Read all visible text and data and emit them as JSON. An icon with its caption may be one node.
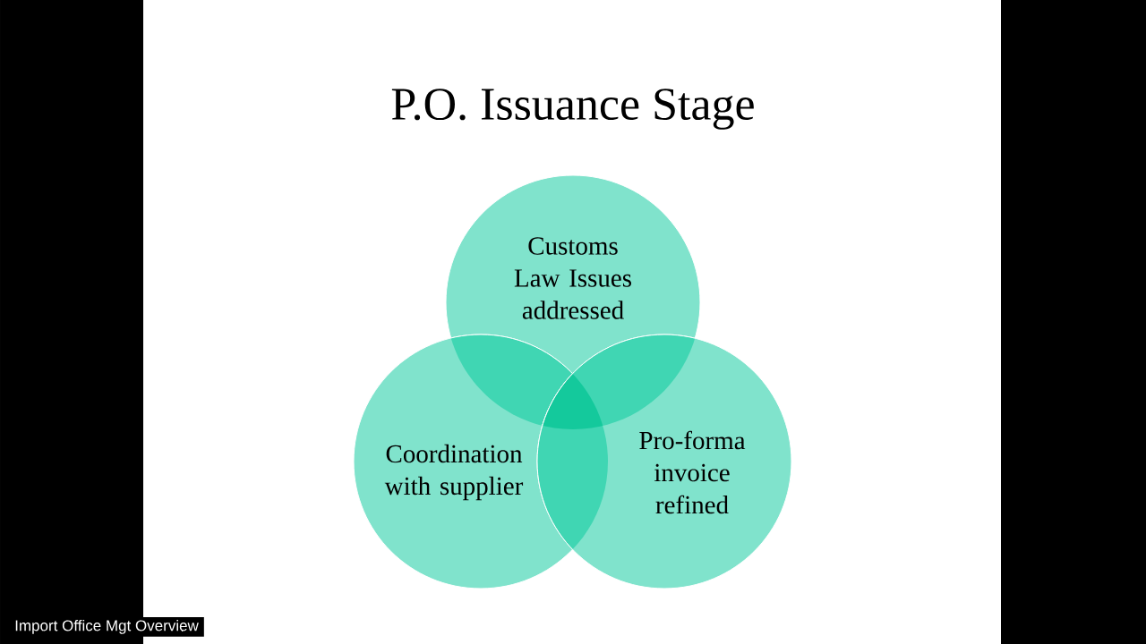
{
  "diagram": {
    "title": "P.O. Issuance Stage",
    "nodes": [
      {
        "text": [
          "Customs Law Issues addressed"
        ]
      },
      {
        "text": [
          "Coordination with supplier"
        ]
      },
      {
        "text": [
          "Pro-forma invoice refined"
        ]
      }
    ],
    "labels": [
      "Import Office Mgt Overview"
    ]
  }
}
